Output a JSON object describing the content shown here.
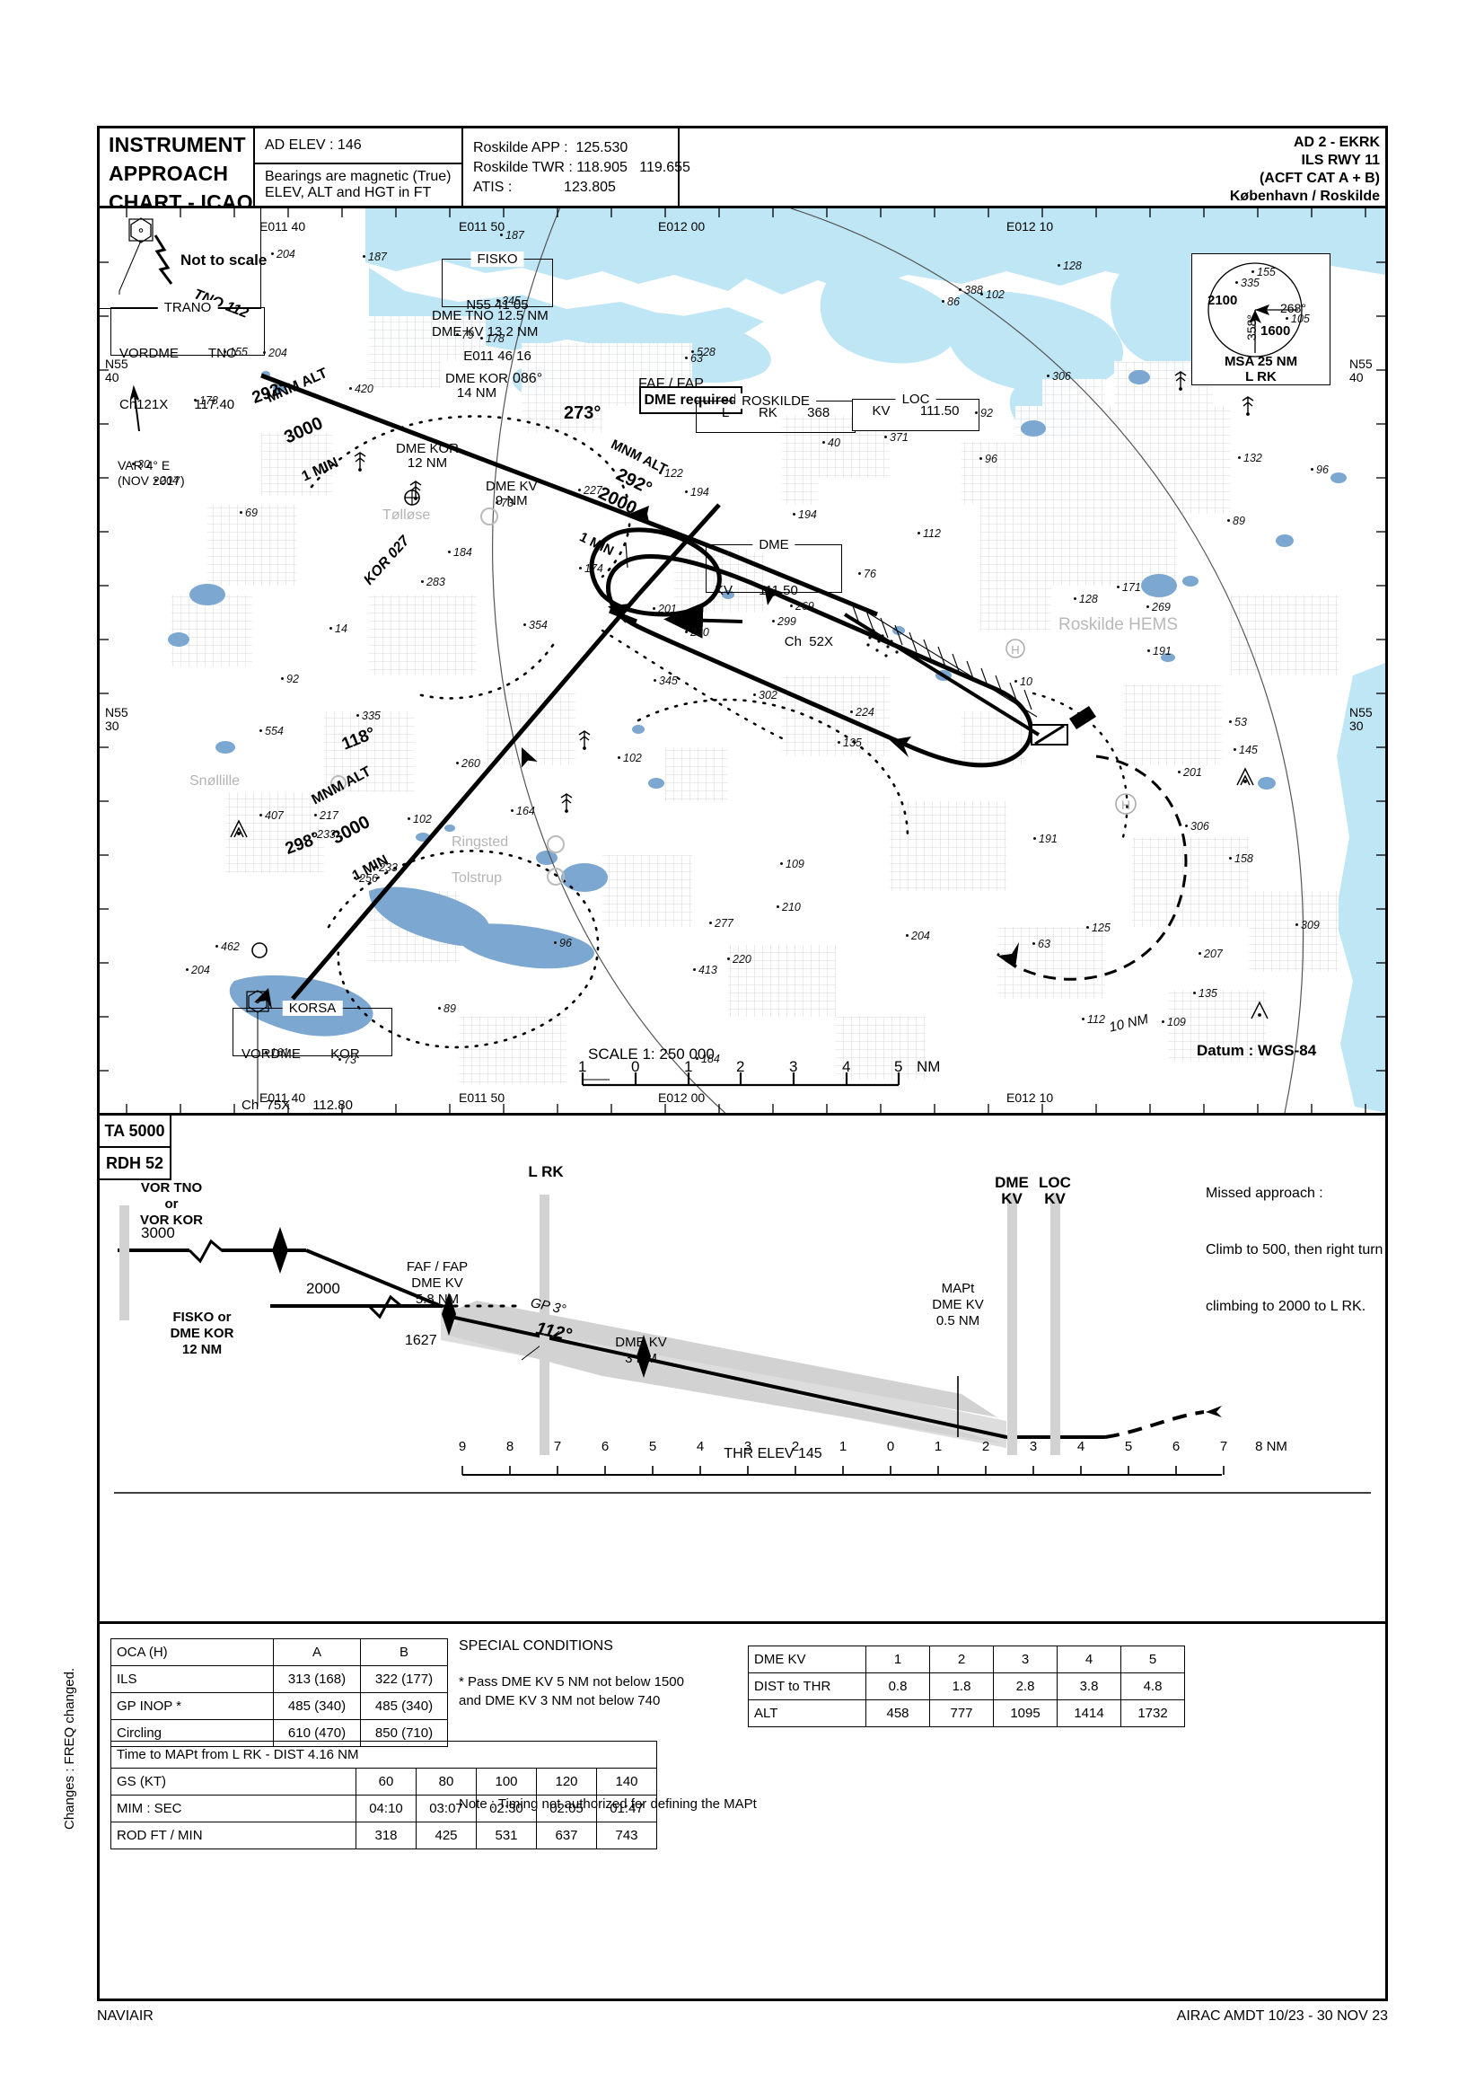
{
  "header": {
    "title_lines": [
      "INSTRUMENT",
      "APPROACH",
      "CHART - ICAO"
    ],
    "ad_elev": "AD ELEV : 146",
    "bearings_line1": "Bearings are magnetic (True)",
    "bearings_line2": "ELEV, ALT and HGT in FT",
    "freq": [
      "Roskilde APP :  125.530",
      "Roskilde TWR : 118.905   119.655",
      "ATIS :             123.805"
    ],
    "ad_lines": [
      "AD 2 - EKRK",
      "ILS RWY 11",
      "(ACFT CAT A + B)",
      "København / Roskilde"
    ]
  },
  "plan": {
    "not_to_scale": "Not to scale",
    "dme_required": "DME required",
    "trano": {
      "title": "TRANO",
      "line1": "VORDME        TNO",
      "line2": "Ch121X       117.40"
    },
    "korsa": {
      "title": "KORSA",
      "line1": "VORDME        KOR",
      "line2": "Ch  75X      112.80"
    },
    "fisko": {
      "title": "FISKO",
      "line1": "N55 41 05",
      "line2": "E011 46 16"
    },
    "fisko_dme": [
      "DME TNO 12.5 NM",
      "DME KV 13.2 NM"
    ],
    "roskilde_ndb": {
      "title": "ROSKILDE",
      "line1": "L        RK        368"
    },
    "loc": {
      "title": "LOC",
      "line1": "KV        111.50"
    },
    "dme_kv": {
      "title": "DME",
      "line1": "KV       111.50",
      "line2": "Ch  52X"
    },
    "route_tno": "TNO 112",
    "route_kor": "KOR 027",
    "hold_inbound": "273°",
    "hold_outbound": "292°",
    "hold_mnm_alt": [
      "MNM ALT",
      "2000",
      "1 MIN"
    ],
    "arc_086": "086°",
    "arrival_292": "292°",
    "arrival_mnm_alt": [
      "MNM ALT",
      "3000",
      "1 MIN"
    ],
    "arrival_118": "118°",
    "arrival_298": "298°",
    "arrival_mnm_alt2": [
      "MNM ALT",
      "3000",
      "1 MIN"
    ],
    "faf_fap": "FAF / FAP",
    "dme_fixes": [
      [
        "DME KOR",
        "14 NM"
      ],
      [
        "DME KOR",
        "12 NM"
      ],
      [
        "DME KV",
        "9 NM"
      ]
    ],
    "var": [
      "VAR 4° E",
      "(NOV 2017)"
    ],
    "hems": "Roskilde HEMS",
    "scale_title": "SCALE 1: 250 000",
    "scale_ticks": [
      "1",
      "0",
      "1",
      "2",
      "3",
      "4",
      "5"
    ],
    "scale_unit": "NM",
    "datum": "Datum : WGS-84",
    "ten_nm": "10 NM",
    "towns": [
      "Tølløse",
      "Ringsted",
      "Tolstrup",
      "Snøllille"
    ],
    "lat_labels_left": [
      "N55",
      "40",
      "N55",
      "30"
    ],
    "lat_labels_right": [
      "N55",
      "40",
      "N55",
      "30",
      "96"
    ],
    "lon_labels_top": [
      "E011 40",
      "E011 50",
      "E012 00",
      "E012 10"
    ],
    "lon_labels_bottom": [
      "E011 40",
      "E011 50",
      "E012 00",
      "E012 10"
    ],
    "msa": {
      "alt_nw": "2100",
      "alt_se": "1600",
      "brg1": "268°",
      "brg2": "358°",
      "label1": "MSA 25 NM",
      "label2": "L RK"
    },
    "spot_elevations": [
      "204",
      "76",
      "112",
      "128",
      "14",
      "132",
      "407",
      "109",
      "102",
      "73",
      "53",
      "63",
      "40",
      "92",
      "102",
      "112",
      "10",
      "224",
      "191",
      "345",
      "217",
      "207",
      "309",
      "256",
      "233",
      "220",
      "155",
      "227",
      "277",
      "306",
      "299",
      "184",
      "194",
      "283",
      "306",
      "335",
      "122",
      "102",
      "371",
      "135",
      "125",
      "92",
      "96",
      "204",
      "269",
      "201",
      "269",
      "302",
      "260",
      "178",
      "528",
      "230",
      "184",
      "161",
      "73",
      "155",
      "462",
      "194",
      "89",
      "89",
      "187",
      "79",
      "354",
      "191",
      "128",
      "187",
      "109",
      "204",
      "105",
      "178",
      "204",
      "63",
      "96",
      "171",
      "233",
      "30",
      "174",
      "135",
      "164",
      "201",
      "420",
      "554",
      "204",
      "69",
      "145",
      "86",
      "158",
      "96",
      "335",
      "388",
      "413",
      "210",
      "345"
    ]
  },
  "profile": {
    "ta": "TA 5000",
    "rdh": "RDH 52",
    "vor_label": [
      "VOR TNO",
      "or",
      "VOR KOR"
    ],
    "alt_3000": "3000",
    "alt_2000": "2000",
    "fisko_or": [
      "FISKO or",
      "DME KOR",
      "12 NM"
    ],
    "lrk": "L RK",
    "faf": [
      "FAF / FAP",
      "DME KV",
      "5.8 NM"
    ],
    "faf_alt": "1627",
    "gp": "GP 3°",
    "track": "112°",
    "dme3": [
      "DME KV",
      "3 NM"
    ],
    "mapt": [
      "MAPt",
      "DME KV",
      "0.5 NM"
    ],
    "dme_kv_bar": [
      "DME",
      "KV"
    ],
    "loc_kv_bar": [
      "LOC",
      "KV"
    ],
    "thr_elev": "THR ELEV 145",
    "missed_approach": [
      "Missed approach :",
      "Climb to 500, then right turn",
      "climbing to 2000 to L RK."
    ],
    "dist_ticks": [
      "9",
      "8",
      "7",
      "6",
      "5",
      "4",
      "3",
      "2",
      "1",
      "0",
      "1",
      "2",
      "3",
      "4",
      "5",
      "6",
      "7",
      "8 NM"
    ]
  },
  "tables": {
    "oca": {
      "header": [
        "OCA (H)",
        "A",
        "B"
      ],
      "rows": [
        [
          "ILS",
          "313 (168)",
          "322 (177)"
        ],
        [
          "GP INOP *",
          "485 (340)",
          "485 (340)"
        ],
        [
          "Circling",
          "610 (470)",
          "850 (710)"
        ]
      ]
    },
    "special_conditions_title": "SPECIAL CONDITIONS",
    "special_conditions_text": [
      "*  Pass DME KV 5 NM not below 1500",
      "   and DME KV 3 NM not below 740"
    ],
    "dme_table": {
      "rows": [
        [
          "DME KV",
          "1",
          "2",
          "3",
          "4",
          "5"
        ],
        [
          "DIST to THR",
          "0.8",
          "1.8",
          "2.8",
          "3.8",
          "4.8"
        ],
        [
          "ALT",
          "458",
          "777",
          "1095",
          "1414",
          "1732"
        ]
      ]
    },
    "timing": {
      "title": "Time to MAPt from L RK - DIST 4.16 NM",
      "rows": [
        [
          "GS (KT)",
          "60",
          "80",
          "100",
          "120",
          "140"
        ],
        [
          "MIM : SEC",
          "04:10",
          "03:07",
          "02:30",
          "02:05",
          "01:47"
        ],
        [
          "ROD FT / MIN",
          "318",
          "425",
          "531",
          "637",
          "743"
        ]
      ]
    },
    "note": "Note : Timing not authorized for defining the MAPt"
  },
  "footer": {
    "left": "NAVIAIR",
    "right": "AIRAC AMDT 10/23 - 30 NOV 23",
    "changes": "Changes : FREQ changed."
  },
  "colors": {
    "water": "#bfe6f5",
    "lake": "#7ba7d0",
    "urban": "#e8e8e8",
    "shade": "#d2d2d2",
    "line": "#000000"
  }
}
